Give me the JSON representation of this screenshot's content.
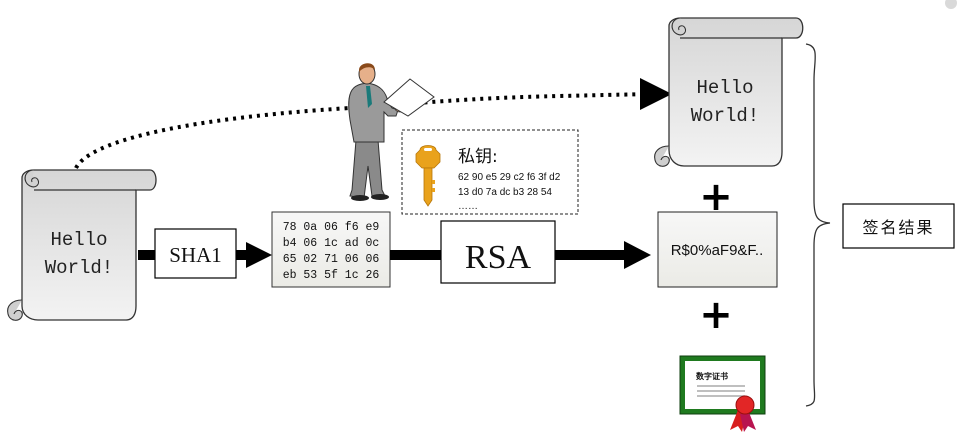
{
  "diagram": {
    "source_document": {
      "line1": "Hello",
      "line2": "World!"
    },
    "hash_step": {
      "label": "SHA1"
    },
    "digest": {
      "rows": [
        "78 0a 06 f6 e9",
        "b4 06 1c ad 0c",
        "65 02 71 06 06",
        "eb 53 5f 1c 26"
      ]
    },
    "private_key": {
      "title": "私钥:",
      "rows": [
        "62 90 e5 29 c2 f6 3f d2",
        "13 d0 7a dc b3 28 54",
        "……"
      ]
    },
    "encrypt_step": {
      "label": "RSA"
    },
    "output_document": {
      "line1": "Hello",
      "line2": "World!"
    },
    "plus_sign": "+",
    "signature": {
      "value": "R$0%aF9&F.."
    },
    "certificate": {
      "label": "数字证书"
    },
    "result": {
      "label": "签名结果"
    },
    "colors": {
      "scroll_fill_top": "#d8d8d8",
      "scroll_fill_bottom": "#f2f2f2",
      "key_gold": "#e9a21c",
      "cert_green": "#1f7a1f",
      "seal_red": "#d81e1e"
    }
  }
}
